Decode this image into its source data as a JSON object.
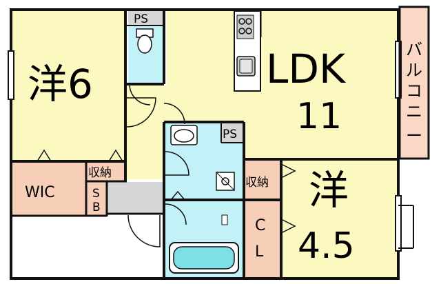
{
  "colors": {
    "wall": "#111111",
    "room_yellow": "#fbf8c0",
    "wet_cyan": "#c2f1f7",
    "closet_pink": "#f7cfb8",
    "hall_gray": "#d6d6d6",
    "white": "#ffffff",
    "balcony_pink": "#fbd8c6",
    "kitchen_gray": "#b9b9b9"
  },
  "rooms": {
    "western_6": {
      "label": "洋6"
    },
    "ldk": {
      "label": "LDK"
    },
    "ldk_size": {
      "label": "11"
    },
    "western_45": {
      "label": "洋"
    },
    "western_45_size": {
      "label": "4.5"
    },
    "wic": {
      "label": "WIC"
    },
    "storage_1": {
      "label": "収納"
    },
    "storage_2": {
      "label": "収納"
    },
    "sb_s": {
      "label": "S"
    },
    "sb_b": {
      "label": "B"
    },
    "closet_c": {
      "label": "C"
    },
    "closet_l": {
      "label": "L"
    },
    "ps_1": {
      "label": "PS"
    },
    "ps_2": {
      "label": "PS"
    }
  },
  "balcony": {
    "label_chars": [
      "バ",
      "ル",
      "コ",
      "ニ",
      "ー"
    ]
  },
  "icons": [
    "toilet-icon",
    "washbasin-icon",
    "bathtub-icon",
    "stove-icon",
    "sink-icon",
    "washer-drain-icon",
    "door-swing-icon"
  ]
}
